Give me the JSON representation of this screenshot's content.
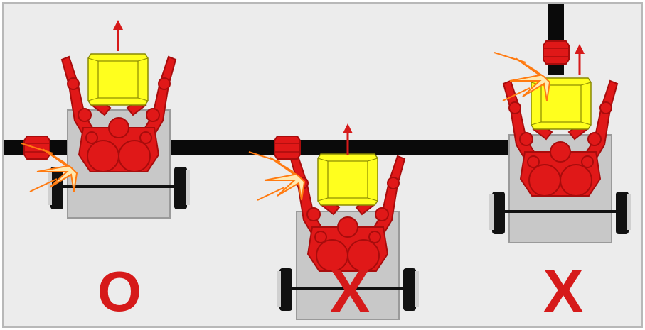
{
  "colors": {
    "panel_bg": "#ececec",
    "panel_border": "#b8b8b8",
    "line": "#0a0a0a",
    "robot_red": "#e01818",
    "robot_dark_red": "#a80c0c",
    "cube_yellow": "#ffff1e",
    "chassis_gray": "#c8c8c8",
    "chassis_border": "#9a9a9a",
    "wheel": "#111111",
    "spark_orange": "#ff9a2a",
    "spark_light": "#ffe9b0",
    "mark_red": "#d61a1a"
  },
  "scenarios": [
    {
      "id": "correct",
      "verdict_label": "O",
      "robot": "lift-cube-clear",
      "collision": "spark-left"
    },
    {
      "id": "wrong-1",
      "verdict_label": "X",
      "robot": "cube-ahead-of-bar",
      "collision": "spark-left"
    },
    {
      "id": "wrong-2",
      "verdict_label": "X",
      "robot": "cube-under-vertical-bar",
      "collision": "spark-top"
    }
  ]
}
